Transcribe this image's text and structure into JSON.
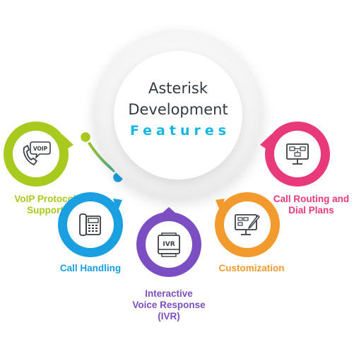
{
  "center": {
    "line1": "Asterisk",
    "line2": "Development",
    "line3": "Features"
  },
  "features": [
    {
      "label_lines": [
        "VoIP Protocol",
        "Support"
      ],
      "color": "#a8c91e",
      "icon": "voip-phone-icon",
      "icon_text": "VOIP"
    },
    {
      "label_lines": [
        "Call Handling"
      ],
      "color": "#1a9fe0",
      "icon": "desk-phone-icon"
    },
    {
      "label_lines": [
        "Interactive",
        "Voice Response",
        "(IVR)"
      ],
      "color": "#7b4fc2",
      "icon": "ivr-device-icon",
      "icon_text": "IVR"
    },
    {
      "label_lines": [
        "Customization"
      ],
      "color": "#f29a2e",
      "icon": "monitor-customize-icon"
    },
    {
      "label_lines": [
        "Call Routing and",
        "Dial Plans"
      ],
      "color": "#e8397a",
      "icon": "monitor-routing-icon"
    }
  ],
  "colors": {
    "arc_start": "#a8c91e",
    "arc_mid1": "#1a9fe0",
    "arc_mid2": "#7b4fc2",
    "arc_mid3": "#f29a2e",
    "arc_end": "#e8397a",
    "center_text": "#333a40",
    "accent_text": "#12b7e6"
  }
}
